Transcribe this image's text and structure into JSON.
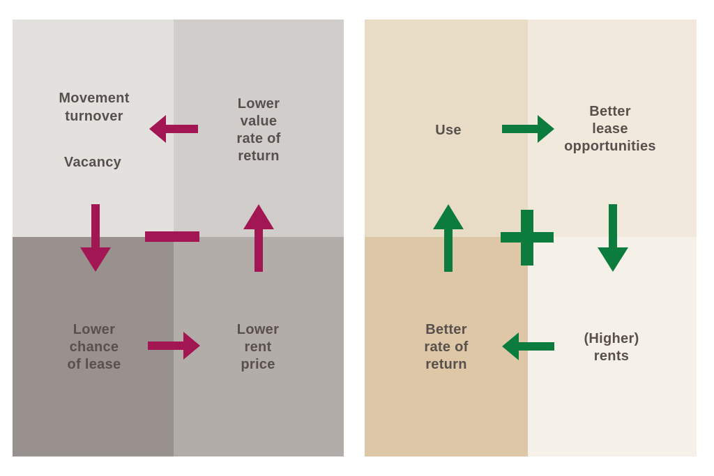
{
  "colors": {
    "page-bg": "#ffffff",
    "negative": "#a21653",
    "positive": "#0b7c3e",
    "text": "#57504c",
    "left-tl": "#e3e1de",
    "left-tr": "#d1cdcb",
    "left-bl": "#98918e",
    "left-br": "#b3adaa",
    "right-tl": "#e8dcc6",
    "right-tr": "#f2e9dd",
    "right-bl": "#ddc7a7",
    "right-br": "#f5f0e8"
  },
  "left_panel": {
    "sign": "minus",
    "labels": {
      "movement_turnover": "Movement\nturnover",
      "vacancy": "Vacancy",
      "lower_value": "Lower\nvalue\nrate of\nreturn",
      "lower_chance": "Lower\nchance\nof lease",
      "lower_rent": "Lower\nrent\nprice"
    }
  },
  "right_panel": {
    "sign": "plus",
    "labels": {
      "use": "Use",
      "better_lease": "Better\nlease\nopportunities",
      "better_rate": "Better\nrate of\nreturn",
      "higher_rents": "(Higher)\nrents"
    }
  }
}
